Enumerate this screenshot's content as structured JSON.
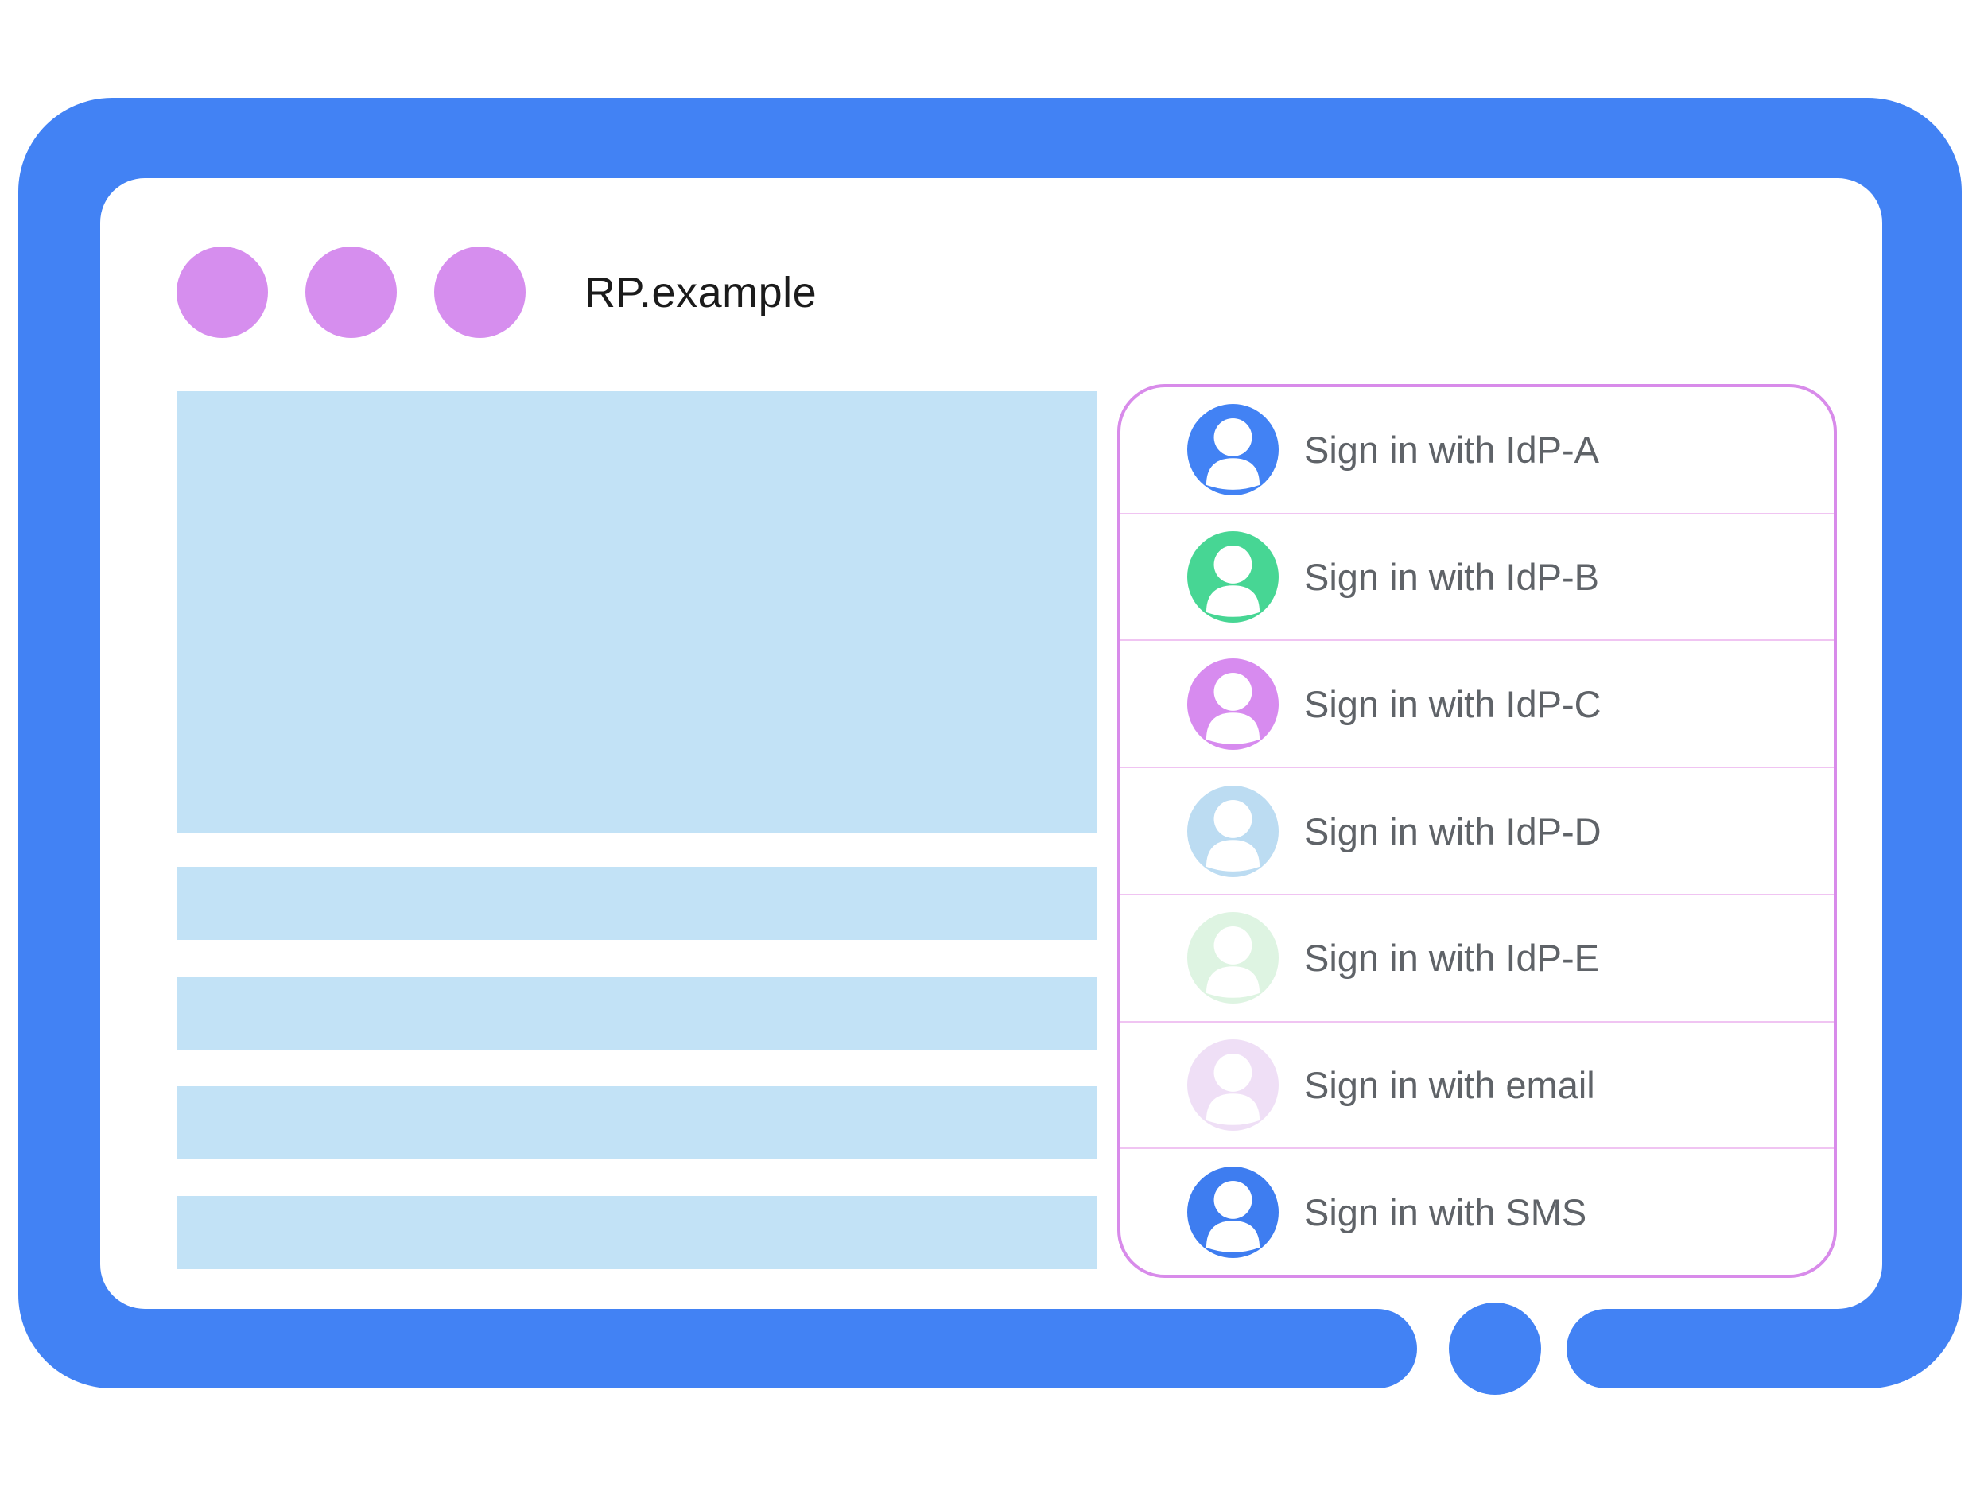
{
  "browser": {
    "title": "RP.example",
    "window_dot_count": 3,
    "window_dot_icon": "window-dot"
  },
  "content_placeholders": {
    "hero_block": "placeholder-hero-block",
    "text_bar_count": 4
  },
  "signin_panel": {
    "items": [
      {
        "label": "Sign in with IdP-A",
        "icon": "person-icon",
        "avatar_color": "#4282F4"
      },
      {
        "label": "Sign in with IdP-B",
        "icon": "person-icon",
        "avatar_color": "#47D694"
      },
      {
        "label": "Sign in with IdP-C",
        "icon": "person-icon",
        "avatar_color": "#D78BEF"
      },
      {
        "label": "Sign in with IdP-D",
        "icon": "person-icon",
        "avatar_color": "#BCDCF2"
      },
      {
        "label": "Sign in with IdP-E",
        "icon": "person-icon",
        "avatar_color": "#DEF4E2"
      },
      {
        "label": "Sign in with email",
        "icon": "person-icon",
        "avatar_color": "#EFDFF6"
      },
      {
        "label": "Sign in with SMS",
        "icon": "person-icon",
        "avatar_color": "#3E7DF0"
      }
    ]
  },
  "colors": {
    "frame_blue": "#4282F4",
    "content_block_blue": "#C2E2F6",
    "window_dot_purple": "#D68EEE",
    "panel_border": "#D88BEA",
    "panel_divider": "#F0C4F2",
    "label_gray": "#5F6368",
    "title_black": "#1B1B1B",
    "page_white": "#FFFFFF"
  }
}
